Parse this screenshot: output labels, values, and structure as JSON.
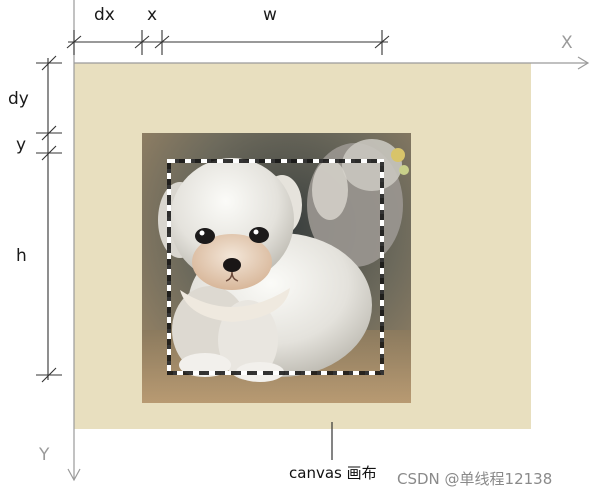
{
  "labels": {
    "dx": "dx",
    "x": "x",
    "w": "w",
    "dy": "dy",
    "y": "y",
    "h": "h",
    "x_axis": "X",
    "y_axis": "Y",
    "canvas": "canvas 画布",
    "watermark": "CSDN @单线程12138"
  },
  "colors": {
    "canvas_fill": "#e8dfbf",
    "axis": "#9a9a9a",
    "dim_line": "#333333",
    "crop_border": "#ffffff"
  },
  "picture": {
    "subject": "painted white puppy illustration"
  }
}
